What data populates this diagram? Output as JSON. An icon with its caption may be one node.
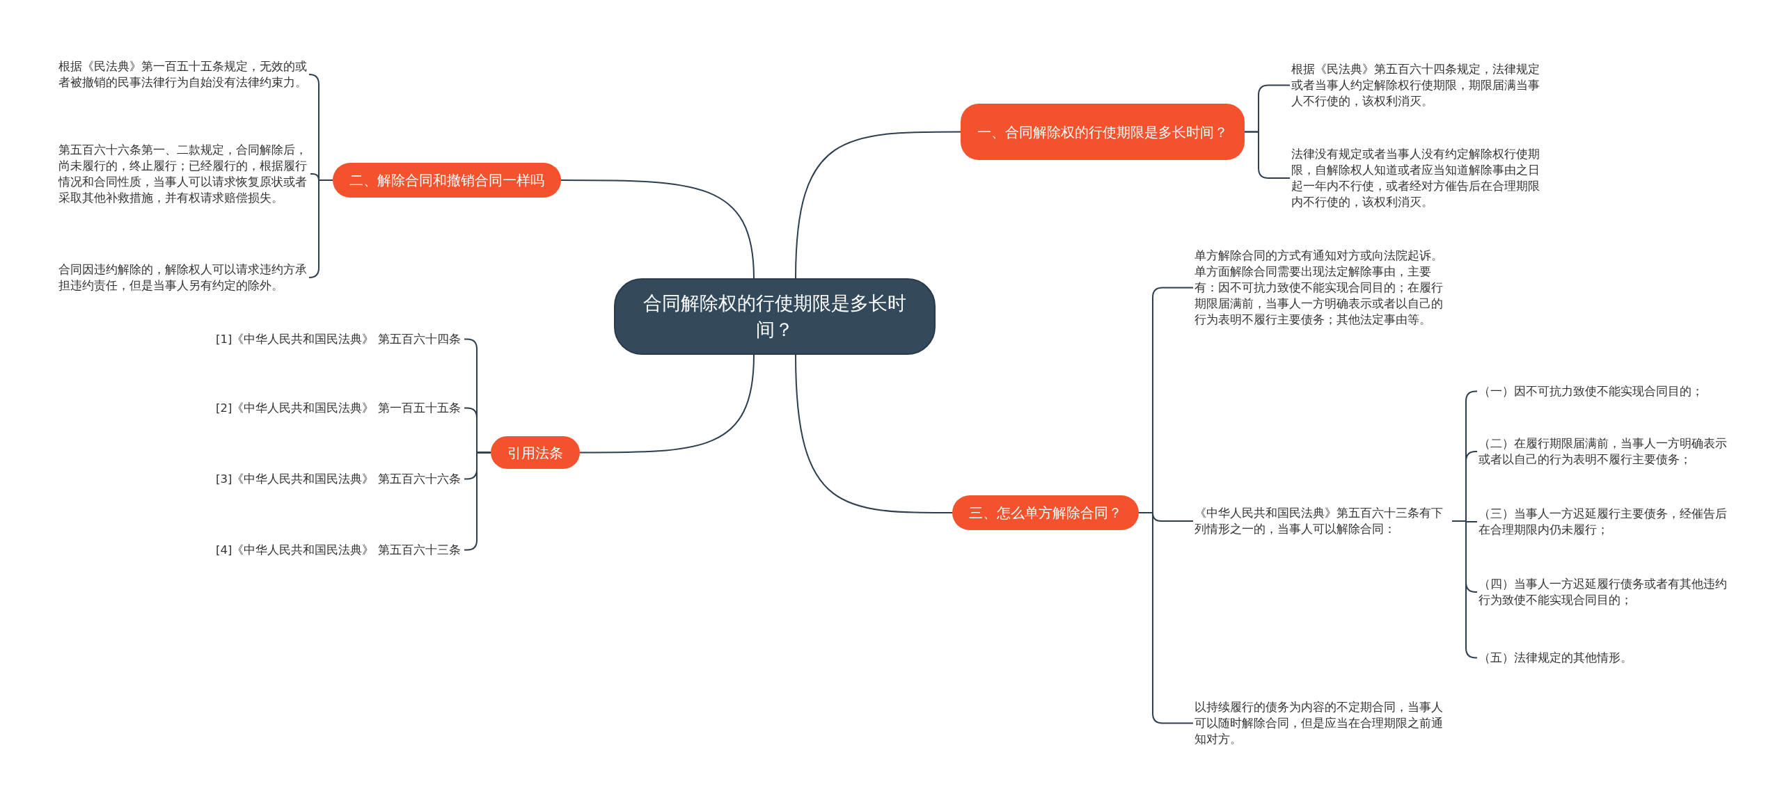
{
  "diagram": {
    "nodes": [
      {
        "text": [
          "合同解除权的行使期限是多长时间？"
        ]
      },
      {
        "text": [
          "一、合同解除权的行使期限是多长时间？"
        ]
      },
      {
        "text": [
          "根据《民法典》第五百六十四条规定，法律规定或者当事人约定解除权行使期限，期限届满当事人不行使的，该权利消灭。"
        ]
      },
      {
        "text": [
          "法律没有规定或者当事人没有约定解除权行使期限，自解除权人知道或者应当知道解除事由之日起一年内不行使，或者经对方催告后在合理期限内不行使的，该权利消灭。"
        ]
      },
      {
        "text": [
          "二、解除合同和撤销合同一样吗"
        ]
      },
      {
        "text": [
          "根据《民法典》第一百五十五条规定，无效的或者被撤销的民事法律行为自始没有法律约束力。"
        ]
      },
      {
        "text": [
          "第五百六十六条第一、二款规定，合同解除后，尚未履行的，终止履行；已经履行的，根据履行情况和合同性质，当事人可以请求恢复原状或者采取其他补救措施，并有权请求赔偿损失。"
        ]
      },
      {
        "text": [
          "合同因违约解除的，解除权人可以请求违约方承担违约责任，但是当事人另有约定的除外。"
        ]
      },
      {
        "text": [
          "三、怎么单方解除合同？"
        ]
      },
      {
        "text": [
          "单方解除合同的方式有通知对方或向法院起诉。单方面解除合同需要出现法定解除事由，主要有：因不可抗力致使不能实现合同目的；在履行期限届满前，当事人一方明确表示或者以自己的行为表明不履行主要债务；其他法定事由等。"
        ]
      },
      {
        "text": [
          "《中华人民共和国民法典》第五百六十三条有下列情形之一的，当事人可以解除合同："
        ]
      },
      {
        "text": [
          "（一）因不可抗力致使不能实现合同目的；"
        ]
      },
      {
        "text": [
          "（二）在履行期限届满前，当事人一方明确表示或者以自己的行为表明不履行主要债务；"
        ]
      },
      {
        "text": [
          "（三）当事人一方迟延履行主要债务，经催告后在合理期限内仍未履行；"
        ]
      },
      {
        "text": [
          "（四）当事人一方迟延履行债务或者有其他违约行为致使不能实现合同目的；"
        ]
      },
      {
        "text": [
          "（五）法律规定的其他情形。"
        ]
      },
      {
        "text": [
          "以持续履行的债务为内容的不定期合同，当事人可以随时解除合同，但是应当在合理期限之前通知对方。"
        ]
      },
      {
        "text": [
          "引用法条"
        ]
      },
      {
        "text": [
          "[1]《中华人民共和国民法典》 第五百六十四条"
        ]
      },
      {
        "text": [
          "[2]《中华人民共和国民法典》 第一百五十五条"
        ]
      },
      {
        "text": [
          "[3]《中华人民共和国民法典》 第五百六十六条"
        ]
      },
      {
        "text": [
          "[4]《中华人民共和国民法典》 第五百六十三条"
        ]
      }
    ],
    "edges": [
      {
        "from": 0,
        "to": 1,
        "arrow": "none"
      },
      {
        "from": 0,
        "to": 4,
        "arrow": "none"
      },
      {
        "from": 0,
        "to": 8,
        "arrow": "none"
      },
      {
        "from": 0,
        "to": 17,
        "arrow": "none"
      },
      {
        "from": 1,
        "to": 2,
        "arrow": "none"
      },
      {
        "from": 1,
        "to": 3,
        "arrow": "none"
      },
      {
        "from": 4,
        "to": 5,
        "arrow": "none"
      },
      {
        "from": 4,
        "to": 6,
        "arrow": "none"
      },
      {
        "from": 4,
        "to": 7,
        "arrow": "none"
      },
      {
        "from": 8,
        "to": 9,
        "arrow": "none"
      },
      {
        "from": 8,
        "to": 10,
        "arrow": "none"
      },
      {
        "from": 8,
        "to": 16,
        "arrow": "none"
      },
      {
        "from": 10,
        "to": 11,
        "arrow": "none"
      },
      {
        "from": 10,
        "to": 12,
        "arrow": "none"
      },
      {
        "from": 10,
        "to": 13,
        "arrow": "none"
      },
      {
        "from": 10,
        "to": 14,
        "arrow": "none"
      },
      {
        "from": 10,
        "to": 15,
        "arrow": "none"
      },
      {
        "from": 17,
        "to": 18,
        "arrow": "none"
      },
      {
        "from": 17,
        "to": 19,
        "arrow": "none"
      },
      {
        "from": 17,
        "to": 20,
        "arrow": "none"
      },
      {
        "from": 17,
        "to": 21,
        "arrow": "none"
      }
    ]
  }
}
